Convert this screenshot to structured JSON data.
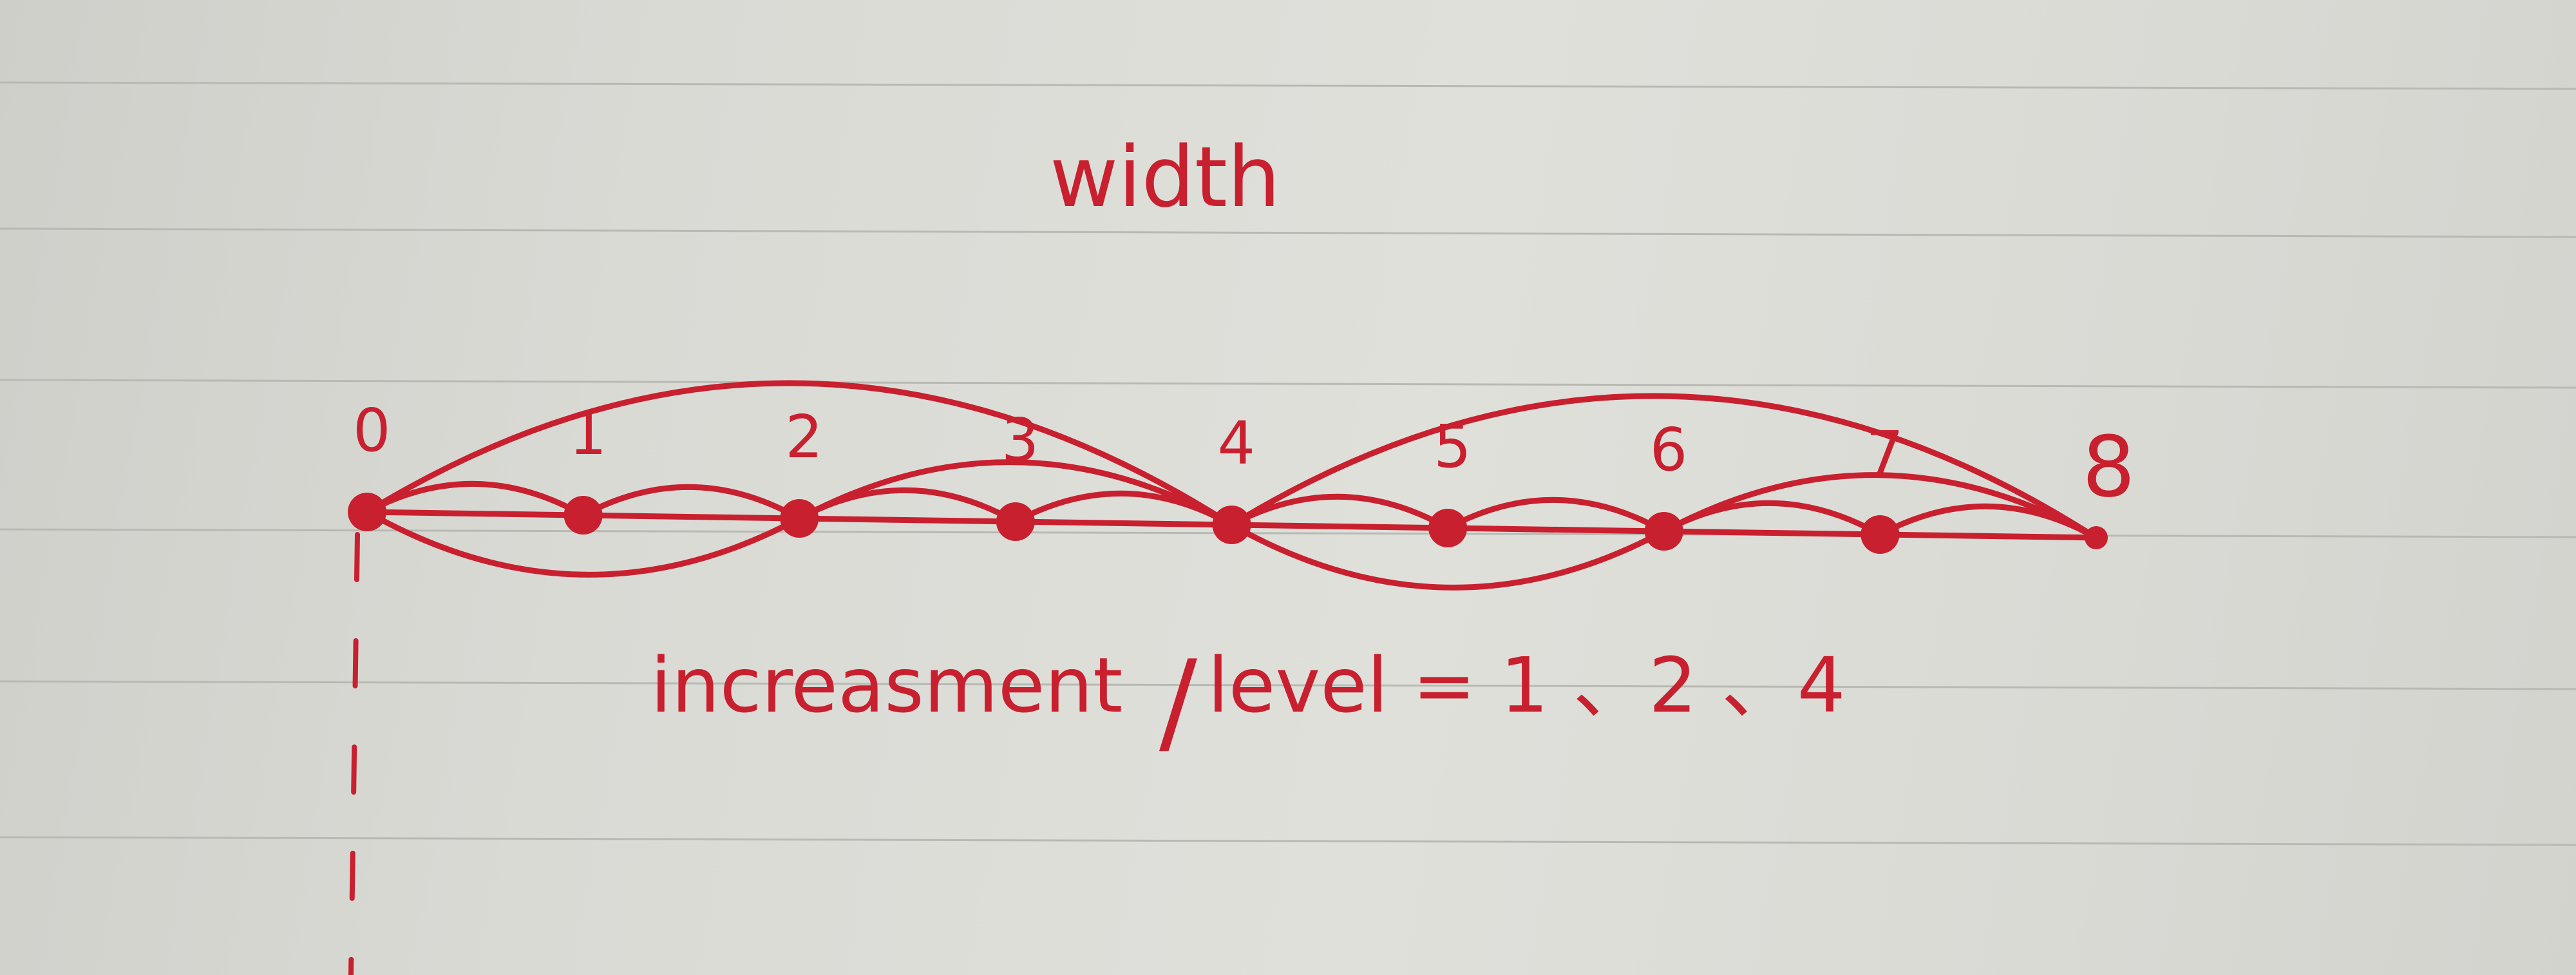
{
  "diagram": {
    "title": "width",
    "nodes": [
      "0",
      "1",
      "2",
      "3",
      "4",
      "5",
      "6",
      "7",
      "8"
    ],
    "levels": [
      {
        "step": 1,
        "arcs": [
          [
            0,
            1
          ],
          [
            1,
            2
          ],
          [
            2,
            3
          ],
          [
            3,
            4
          ],
          [
            4,
            5
          ],
          [
            5,
            6
          ],
          [
            6,
            7
          ],
          [
            7,
            8
          ]
        ]
      },
      {
        "step": 2,
        "arcs": [
          [
            0,
            2
          ],
          [
            2,
            4
          ],
          [
            4,
            6
          ],
          [
            6,
            8
          ]
        ]
      },
      {
        "step": 4,
        "arcs": [
          [
            0,
            4
          ],
          [
            4,
            8
          ]
        ]
      }
    ],
    "formula": {
      "label": "increasment",
      "separator": "/",
      "rest": "level = 1 、2 、4"
    },
    "ink_color": "#c8202f"
  }
}
